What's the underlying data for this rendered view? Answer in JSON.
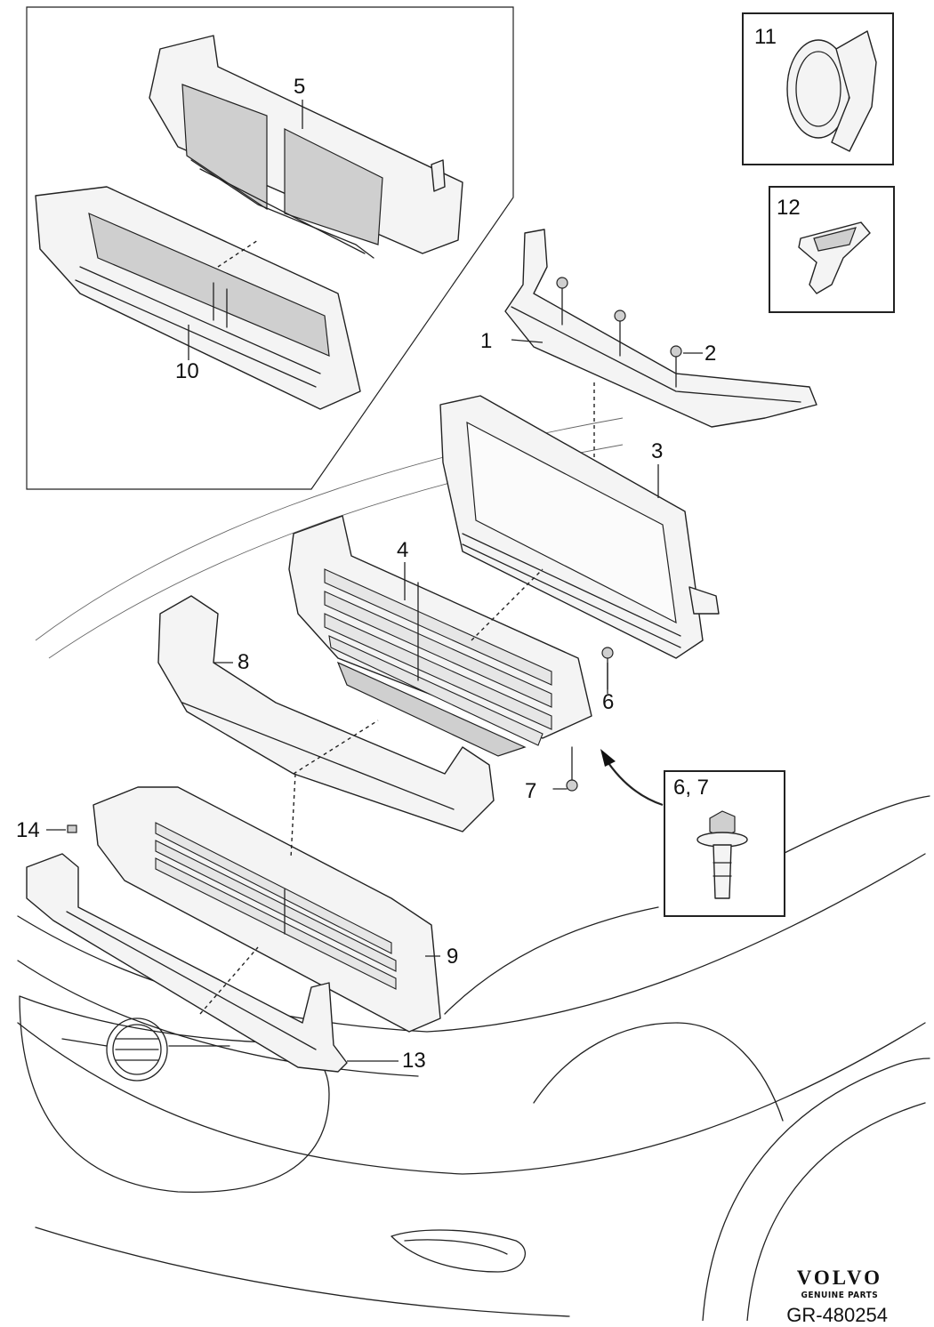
{
  "callouts": {
    "c1": "1",
    "c2": "2",
    "c3": "3",
    "c4": "4",
    "c5": "5",
    "c6": "6",
    "c7": "7",
    "c8": "8",
    "c9": "9",
    "c10": "10",
    "c11": "11",
    "c12": "12",
    "c13": "13",
    "c14": "14",
    "c67": "6, 7"
  },
  "brand": {
    "logo": "VOLVO",
    "tagline": "GENUINE PARTS"
  },
  "reference": "GR-480254"
}
